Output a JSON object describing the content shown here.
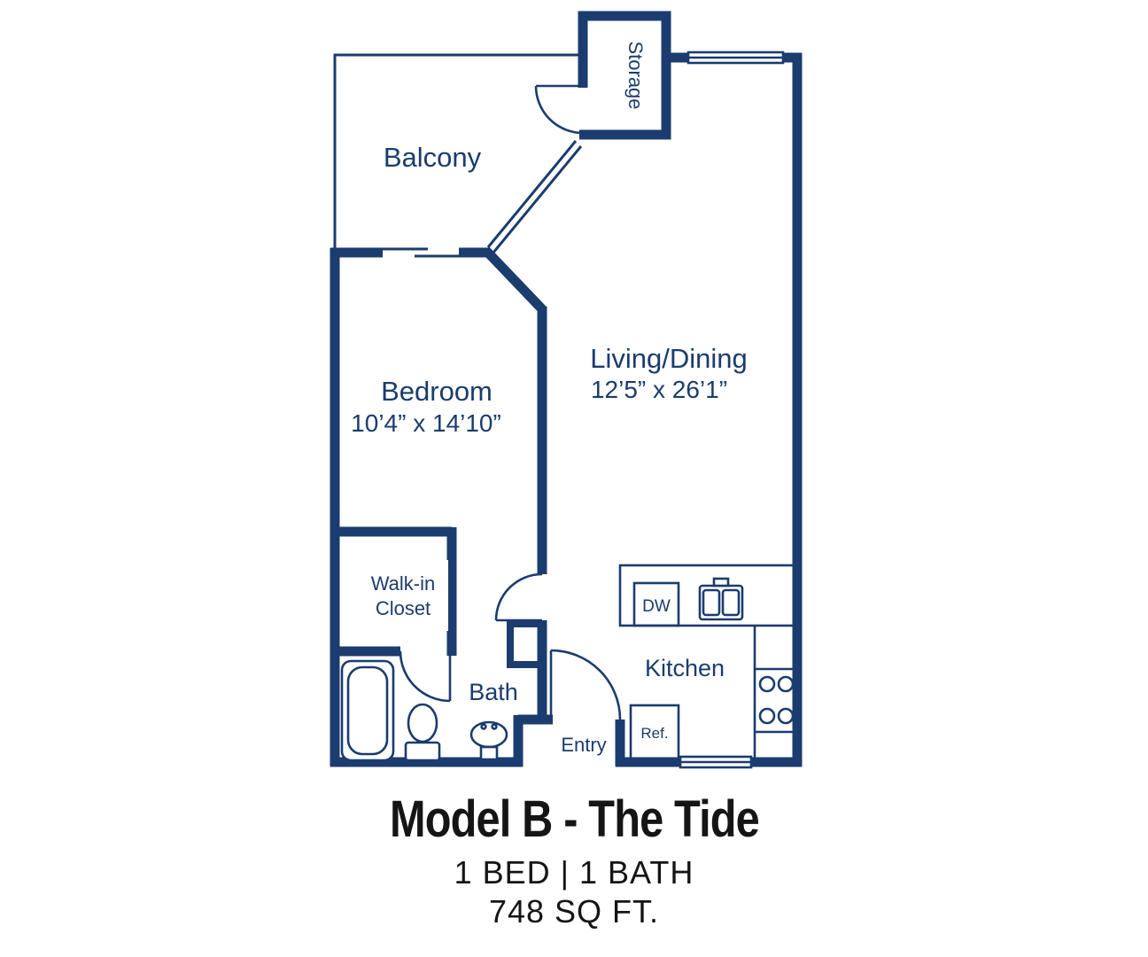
{
  "meta": {
    "accent_color": "#1b3c6e",
    "caption_color": "#151515"
  },
  "floorplan": {
    "rooms": {
      "storage": {
        "label": "Storage"
      },
      "balcony": {
        "label": "Balcony"
      },
      "living_dining": {
        "label": "Living/Dining",
        "dimensions": "12’5” x 26’1”"
      },
      "bedroom": {
        "label": "Bedroom",
        "dimensions": "10’4” x 14’10”"
      },
      "walk_in_closet": {
        "label_line1": "Walk-in",
        "label_line2": "Closet"
      },
      "bath": {
        "label": "Bath"
      },
      "entry": {
        "label": "Entry"
      },
      "kitchen": {
        "label": "Kitchen"
      }
    },
    "appliances": {
      "dishwasher": {
        "label": "DW"
      },
      "refrigerator": {
        "label": "Ref."
      }
    }
  },
  "caption": {
    "title": "Model B - The Tide",
    "beds_baths": "1 BED | 1 BATH",
    "area": "748 SQ FT."
  }
}
